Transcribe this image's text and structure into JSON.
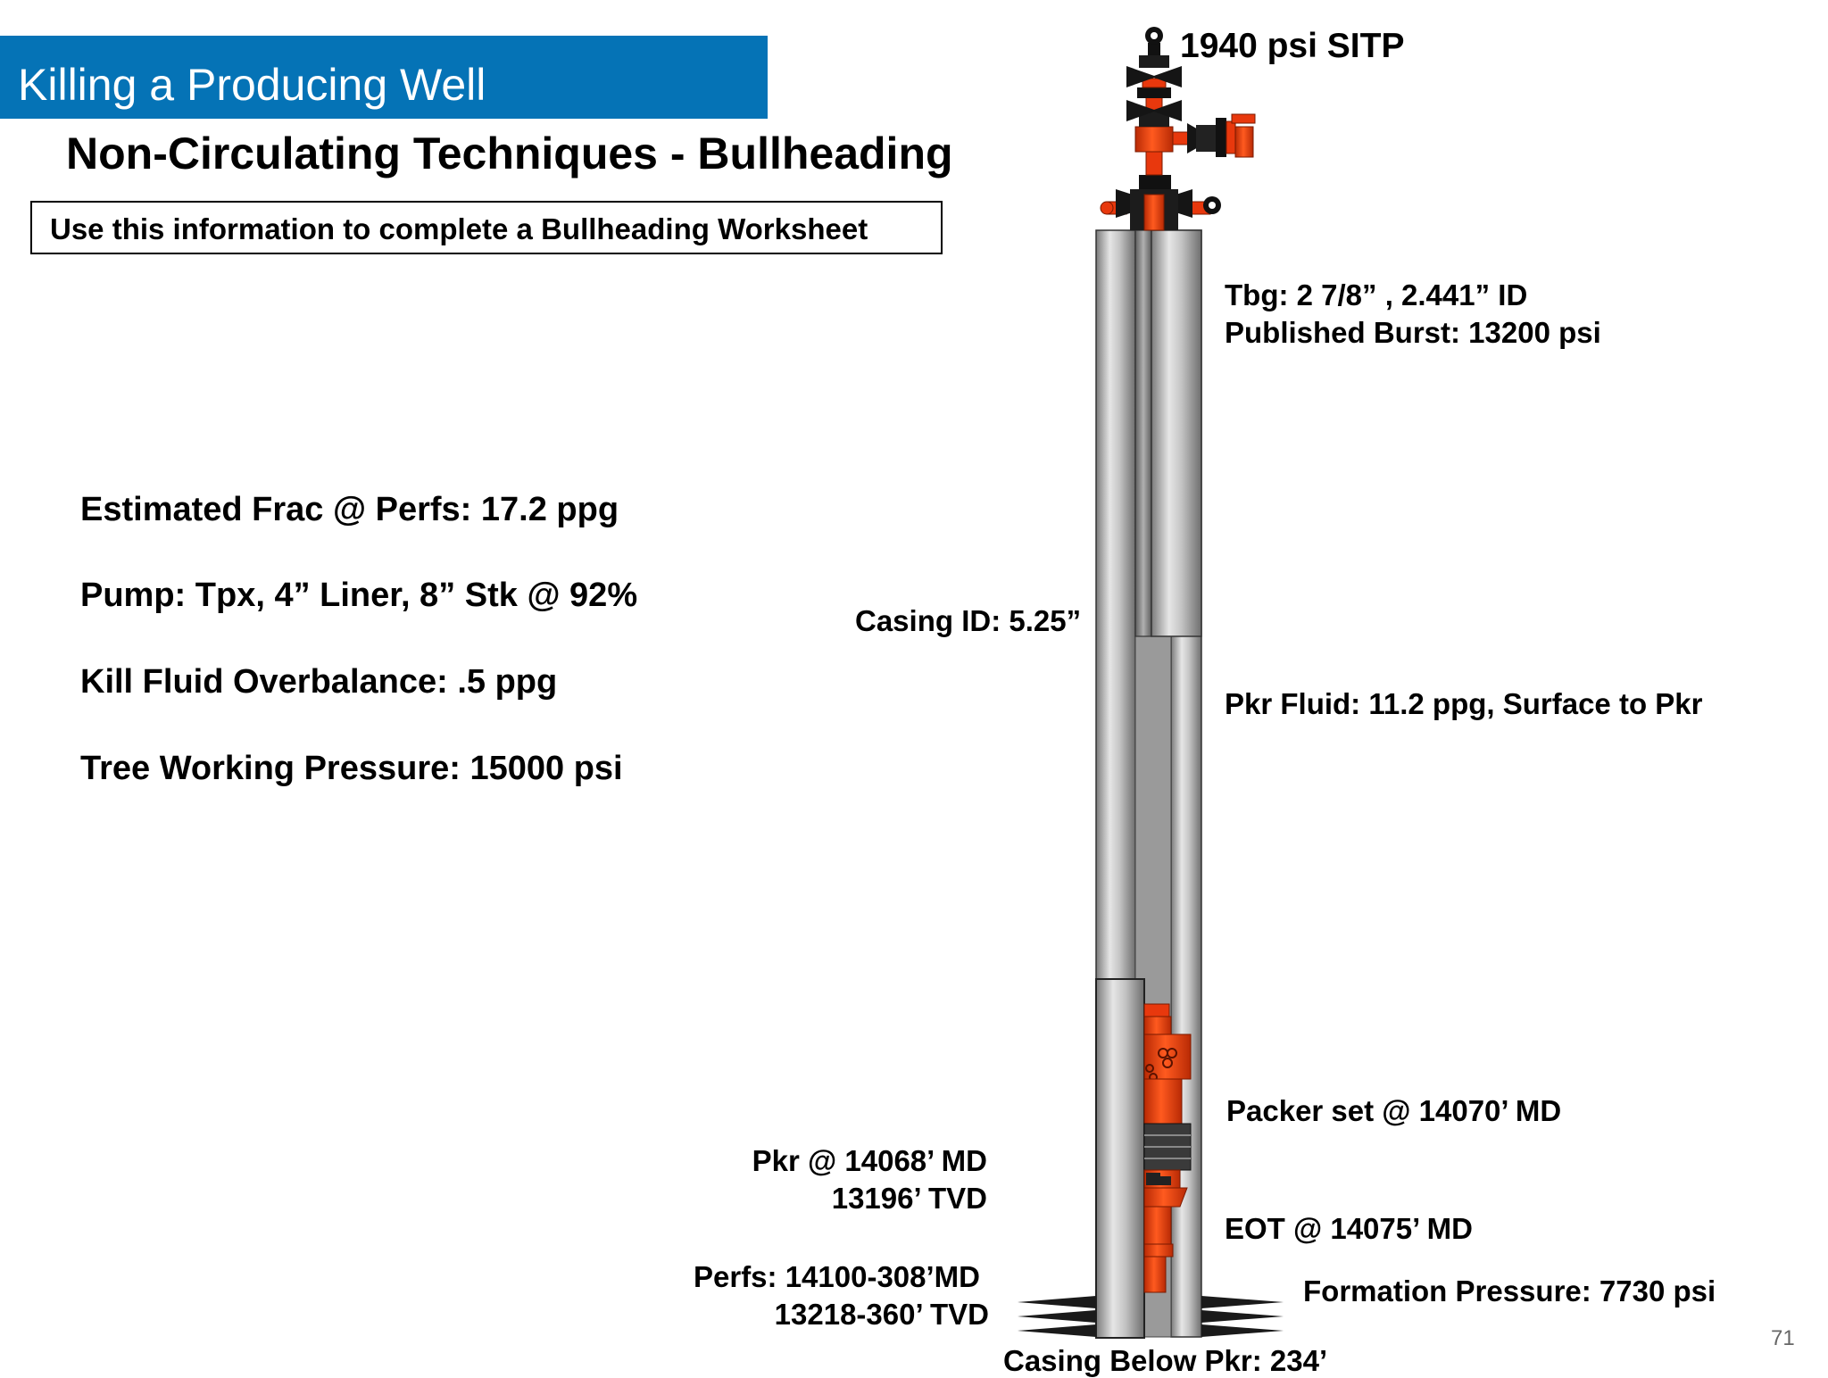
{
  "header": {
    "title": "Killing a Producing Well",
    "subtitle": "Non-Circulating Techniques - Bullheading",
    "instruction": "Use this information to complete a Bullheading Worksheet"
  },
  "parameters": [
    "Estimated Frac @ Perfs: 17.2 ppg",
    "Pump: Tpx, 4” Liner, 8” Stk @ 92%",
    "Kill Fluid Overbalance: .5 ppg",
    "Tree Working Pressure: 15000 psi"
  ],
  "well_labels": {
    "sitp": "1940 psi SITP",
    "tubing": "Tbg: 2 7/8” , 2.441” ID",
    "burst": "Published Burst: 13200 psi",
    "casing_id": "Casing ID: 5.25”",
    "pkr_fluid": "Pkr Fluid: 11.2 ppg, Surface to Pkr",
    "packer_set": "Packer set @ 14070’ MD",
    "pkr_md": "Pkr @ 14068’ MD",
    "pkr_tvd": "13196’ TVD",
    "eot": "EOT @ 14075’ MD",
    "perfs_md": "Perfs: 14100-308’MD",
    "perfs_tvd": "13218-360’ TVD",
    "formation_pressure": "Formation Pressure: 7730 psi",
    "casing_below": "Casing Below Pkr: 234’"
  },
  "page_number": "71",
  "colors": {
    "banner": "#0573b6",
    "equipment": "#e8380d",
    "casing": "#a8a8a8"
  }
}
